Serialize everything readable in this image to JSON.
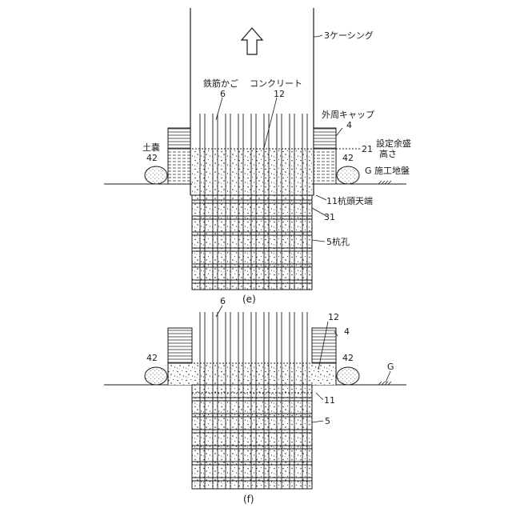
{
  "figure_e": {
    "caption": "(e)",
    "labels": {
      "casing": "3ケーシング",
      "rebar_cage": "鉄筋かご",
      "rebar_cage_num": "6",
      "concrete": "コンクリート",
      "concrete_num": "12",
      "outer_cap": "外周キャップ",
      "outer_cap_num": "4",
      "extra_height_line1": "設定余盛",
      "extra_height_line2": "高さ",
      "extra_height_num": "21",
      "sandbag": "土嚢",
      "sandbag_num_left": "42",
      "sandbag_num_right": "42",
      "ground": "G 施工地盤",
      "pile_top": "11杭頭天端",
      "boundary_num": "31",
      "pile_hole": "5杭孔"
    }
  },
  "figure_f": {
    "caption": "(f)",
    "labels": {
      "rebar_cage_num": "6",
      "concrete_num": "12",
      "outer_cap_num": "4",
      "sandbag_num_left": "42",
      "sandbag_num_right": "42",
      "ground": "G",
      "pile_top_num": "11",
      "pile_hole_num": "5"
    }
  }
}
